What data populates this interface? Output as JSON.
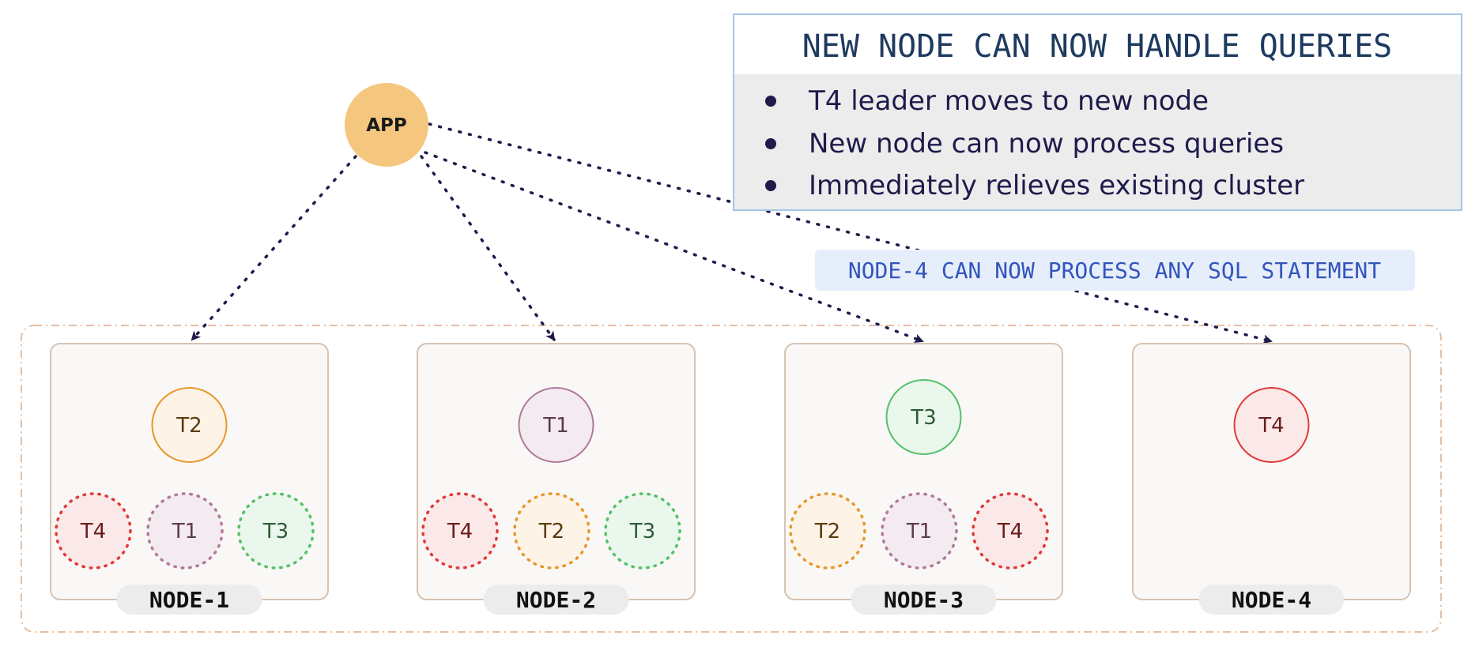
{
  "app": {
    "label": "APP"
  },
  "info_box": {
    "title": "NEW NODE CAN NOW HANDLE QUERIES",
    "bullets": [
      "T4 leader moves to new node",
      "New node can now process queries",
      "Immediately relieves existing cluster"
    ]
  },
  "callout": {
    "label": "NODE-4 CAN NOW PROCESS ANY SQL STATEMENT"
  },
  "nodes": [
    {
      "label": "NODE-1",
      "leader": "T2",
      "followers": [
        "T4",
        "T1",
        "T3"
      ]
    },
    {
      "label": "NODE-2",
      "leader": "T1",
      "followers": [
        "T4",
        "T2",
        "T3"
      ]
    },
    {
      "label": "NODE-3",
      "leader": "T3",
      "followers": [
        "T2",
        "T1",
        "T4"
      ]
    },
    {
      "label": "NODE-4",
      "leader": "T4",
      "followers": []
    }
  ],
  "colors": {
    "app_fill": "#f5c77e",
    "node_fill": "#faf8f6",
    "node_border": "#d6c3b3",
    "cluster_border": "#e3bfa4",
    "arrow": "#1e1b4b",
    "title_text": "#1e3a5f",
    "info_border": "#a9c4e6",
    "info_body_fill": "#ececec",
    "callout_fill": "#e6eefc",
    "callout_text": "#3355bb",
    "label_pill": "#ececec",
    "T1": {
      "stroke": "#b07a9b",
      "fill": "#f4ebf0",
      "text": "#5c3a4f"
    },
    "T2": {
      "stroke": "#e8972a",
      "fill": "#fdf3e6",
      "text": "#5a3b10"
    },
    "T3": {
      "stroke": "#55c06a",
      "fill": "#eaf7ec",
      "text": "#2c5a36"
    },
    "T4": {
      "stroke": "#e03a3a",
      "fill": "#fbe9e9",
      "text": "#6b1d1d"
    }
  }
}
